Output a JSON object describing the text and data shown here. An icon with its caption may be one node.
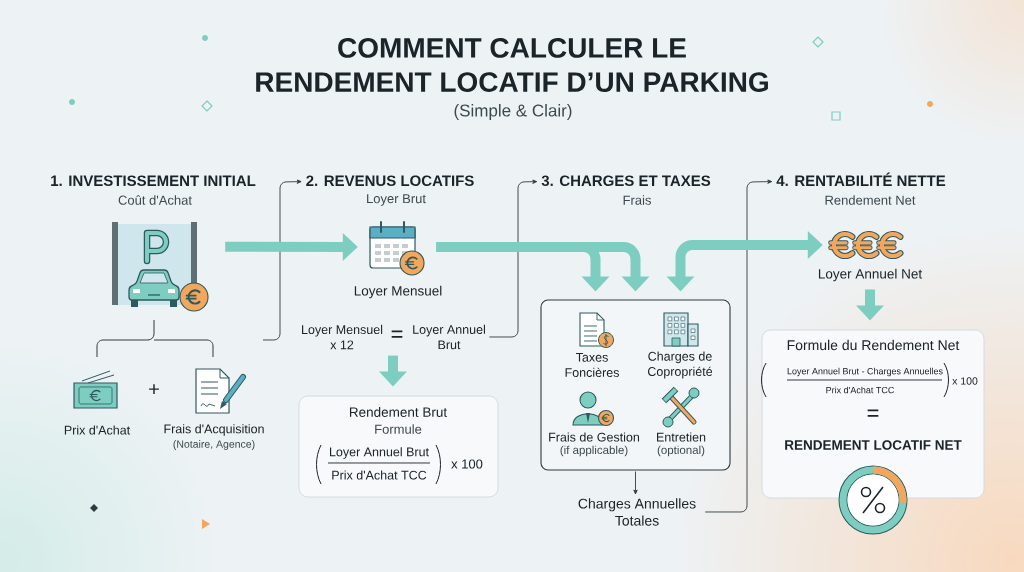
{
  "diagram": {
    "title": "COMMENT CALCULER LE RENDEMENT LOCATIF D’UN PARKING",
    "nodes": [
      {
        "text": [
          "1. INVESTISSEMENT INITIAL",
          "Coût d'Achat"
        ]
      },
      {
        "text": [],
        "shape": "picture"
      },
      {
        "text": [
          "2. REVENUS LOCATIFS",
          "Loyer Brut"
        ]
      },
      {
        "text": [],
        "shape": "picture",
        "beside": [
          "Loyer Mensuel"
        ]
      },
      {
        "text": [
          "Loyer Mensuel x 12",
          "=",
          "Loyer Annuel Brut"
        ]
      },
      {
        "text": [
          "Rendement Brut",
          "Formule",
          "Loyer Annuel Brut",
          "Prix d'Achat TCC",
          "x 100"
        ]
      },
      {
        "text": [
          "3. CHARGES ET TAXES",
          "Frais"
        ]
      },
      {
        "text": [
          "Taxes Foncières",
          "Charges de Copropriété",
          "Frais de Gestion",
          "(if applicable)",
          "Entretien",
          "(optional)"
        ]
      },
      {
        "text": [
          "Charges Annuelles Totales"
        ]
      },
      {
        "text": [
          "4. RENTABILITÉ NETTE",
          "Rendement Net"
        ]
      },
      {
        "text": [],
        "shape": "picture"
      },
      {
        "text": [
          "Loyer Annuel Net"
        ]
      },
      {
        "text": [
          "Formule du Rendement Net",
          "Loyer Annuel Brut - Charges Annuelles",
          "Prix d'Achat TCC",
          "x 100",
          "=",
          "RENDEMENT LOCATIF NET"
        ]
      }
    ],
    "edges": [
      {
        "from": null,
        "to": 2,
        "arrow": "to",
        "color": "#2f3b40"
      },
      {
        "from": 1,
        "to": 3,
        "arrow": "to"
      },
      {
        "from": 3,
        "to": 7,
        "arrow": "to"
      },
      {
        "from": 3,
        "to": 7,
        "arrow": "to"
      },
      {
        "from": 4,
        "to": 6,
        "arrow": "to",
        "color": "#2f3b40"
      },
      {
        "from": 4,
        "to": 5,
        "arrow": "to"
      },
      {
        "from": 7,
        "to": 8,
        "arrow": "to",
        "color": "#2f3b40"
      },
      {
        "from": 8,
        "to": 9,
        "arrow": "to",
        "color": "#2f3b40"
      },
      {
        "from": 7,
        "to": 10,
        "arrow": "both"
      },
      {
        "from": 11,
        "to": 12,
        "arrow": "to"
      }
    ],
    "labels": [
      "(Simple & Clair)",
      "Prix d'Achat",
      "+",
      "Frais d'Acquisition",
      "(Notaire, Agence)"
    ]
  }
}
